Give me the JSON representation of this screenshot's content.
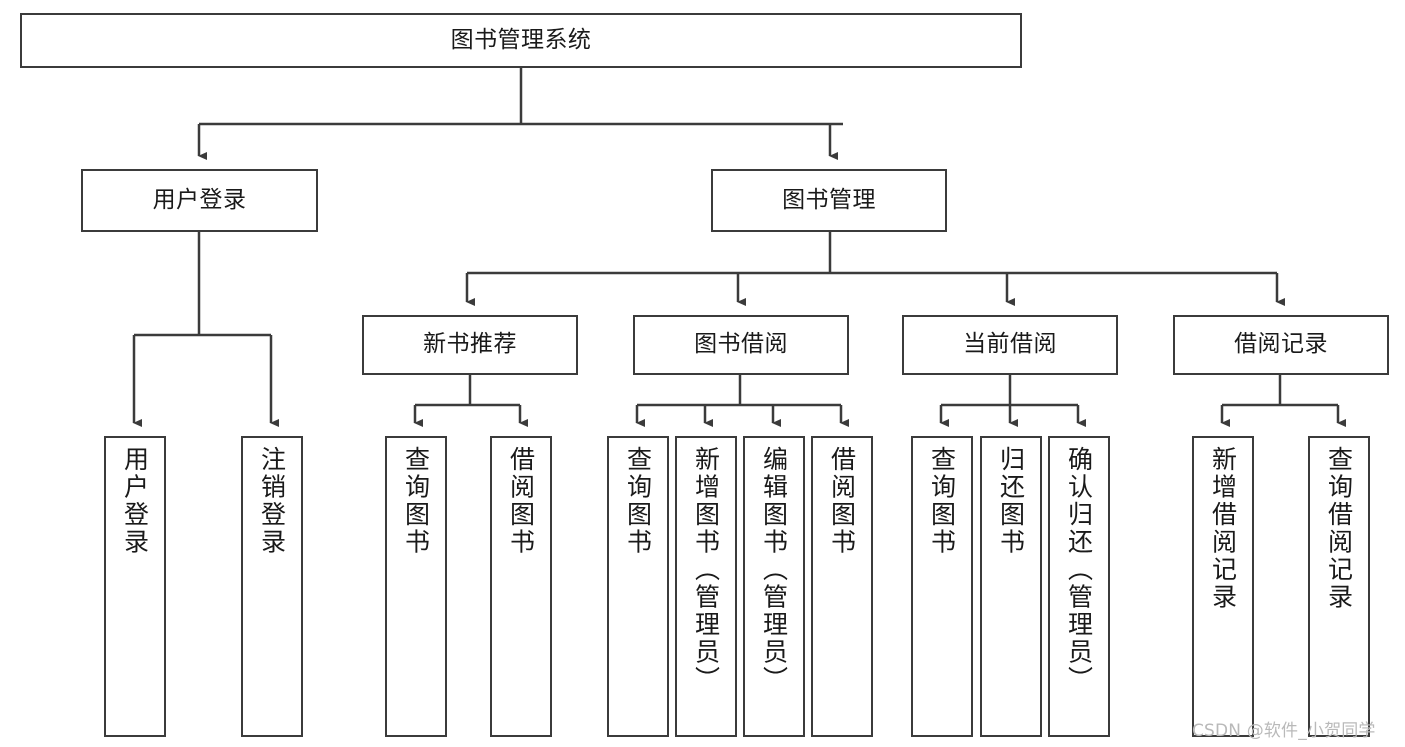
{
  "diagram": {
    "type": "tree-hierarchy",
    "title": "图书管理系统",
    "watermark": "CSDN @软件_小贺同学",
    "colors": {
      "box_border": "#3b3b3b",
      "box_fill": "#ffffff",
      "line": "#3b3b3b",
      "text": "#1a1a1a",
      "watermark": "#b9b9b9",
      "background": "#ffffff"
    },
    "nodes": {
      "root": {
        "label": "图书管理系统",
        "orientation": "horizontal",
        "level": 1
      },
      "level2": [
        {
          "id": "user-login",
          "label": "用户登录",
          "orientation": "horizontal",
          "level": 2
        },
        {
          "id": "book-manage",
          "label": "图书管理",
          "orientation": "horizontal",
          "level": 2
        }
      ],
      "level3": [
        {
          "id": "new-book-recommend",
          "label": "新书推荐",
          "orientation": "horizontal",
          "level": 3,
          "parent": "book-manage"
        },
        {
          "id": "book-borrow",
          "label": "图书借阅",
          "orientation": "horizontal",
          "level": 3,
          "parent": "book-manage"
        },
        {
          "id": "current-borrow",
          "label": "当前借阅",
          "orientation": "horizontal",
          "level": 3,
          "parent": "book-manage"
        },
        {
          "id": "borrow-record",
          "label": "借阅记录",
          "orientation": "horizontal",
          "level": 3,
          "parent": "book-manage"
        }
      ],
      "leaves": [
        {
          "id": "leaf-user-login",
          "label": "用户登录",
          "orientation": "vertical",
          "level": 3,
          "parent": "user-login"
        },
        {
          "id": "leaf-logout-login",
          "label": "注销登录",
          "orientation": "vertical",
          "level": 3,
          "parent": "user-login"
        },
        {
          "id": "leaf-query-book-1",
          "label": "查询图书",
          "orientation": "vertical",
          "level": 4,
          "parent": "new-book-recommend"
        },
        {
          "id": "leaf-borrow-book-1",
          "label": "借阅图书",
          "orientation": "vertical",
          "level": 4,
          "parent": "new-book-recommend"
        },
        {
          "id": "leaf-query-book-2",
          "label": "查询图书",
          "orientation": "vertical",
          "level": 4,
          "parent": "book-borrow"
        },
        {
          "id": "leaf-add-book",
          "label": "新增图书（管理员）",
          "orientation": "vertical",
          "level": 4,
          "parent": "book-borrow"
        },
        {
          "id": "leaf-edit-book",
          "label": "编辑图书（管理员）",
          "orientation": "vertical",
          "level": 4,
          "parent": "book-borrow"
        },
        {
          "id": "leaf-borrow-book-2",
          "label": "借阅图书",
          "orientation": "vertical",
          "level": 4,
          "parent": "book-borrow"
        },
        {
          "id": "leaf-query-book-3",
          "label": "查询图书",
          "orientation": "vertical",
          "level": 4,
          "parent": "current-borrow"
        },
        {
          "id": "leaf-return-book",
          "label": "归还图书",
          "orientation": "vertical",
          "level": 4,
          "parent": "current-borrow"
        },
        {
          "id": "leaf-confirm-return",
          "label": "确认归还（管理员）",
          "orientation": "vertical",
          "level": 4,
          "parent": "current-borrow"
        },
        {
          "id": "leaf-add-borrow-record",
          "label": "新增借阅记录",
          "orientation": "vertical",
          "level": 4,
          "parent": "borrow-record"
        },
        {
          "id": "leaf-query-borrow-record",
          "label": "查询借阅记录",
          "orientation": "vertical",
          "level": 4,
          "parent": "borrow-record"
        }
      ]
    }
  }
}
